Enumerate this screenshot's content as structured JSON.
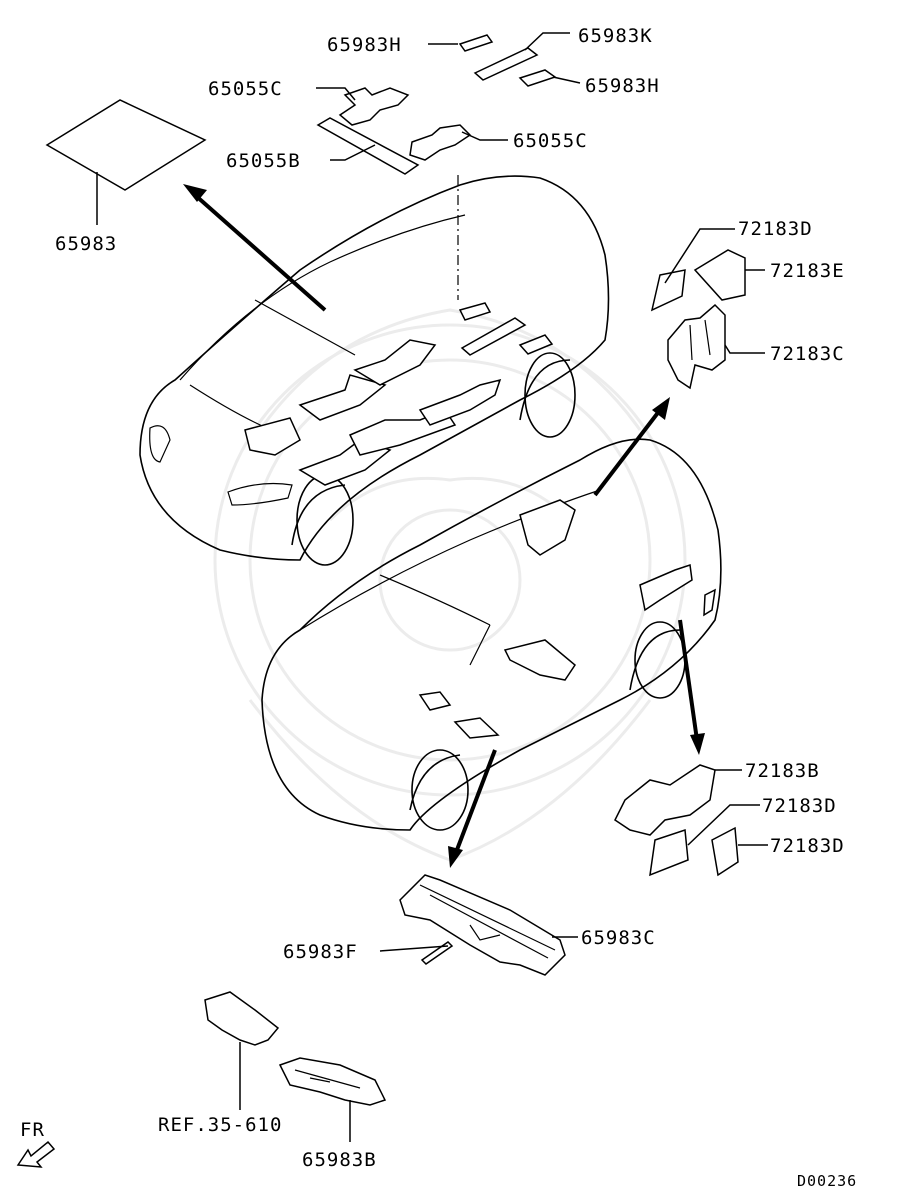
{
  "diagram": {
    "code": "D00236",
    "direction_label": "FR",
    "callouts": {
      "c_65983H_top": "65983H",
      "c_65983K": "65983K",
      "c_65983H_right": "65983H",
      "c_65055C_top": "65055C",
      "c_65055C_right": "65055C",
      "c_65055B": "65055B",
      "c_65983": "65983",
      "c_72183D_top": "72183D",
      "c_72183E": "72183E",
      "c_72183C": "72183C",
      "c_72183B": "72183B",
      "c_72183D_mid": "72183D",
      "c_72183D_low": "72183D",
      "c_65983C": "65983C",
      "c_65983F": "65983F",
      "c_ref": "REF.35-610",
      "c_65983B": "65983B"
    }
  }
}
